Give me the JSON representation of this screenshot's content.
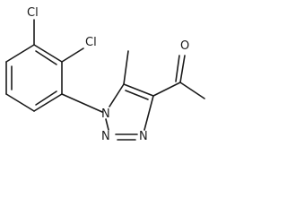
{
  "molecule": {
    "atoms": {
      "cl_top": "Cl",
      "cl_right": "Cl",
      "n1": "N",
      "n2": "N",
      "n3": "N",
      "o": "O"
    },
    "line_color": "#1a1a1a",
    "background": "#ffffff"
  }
}
